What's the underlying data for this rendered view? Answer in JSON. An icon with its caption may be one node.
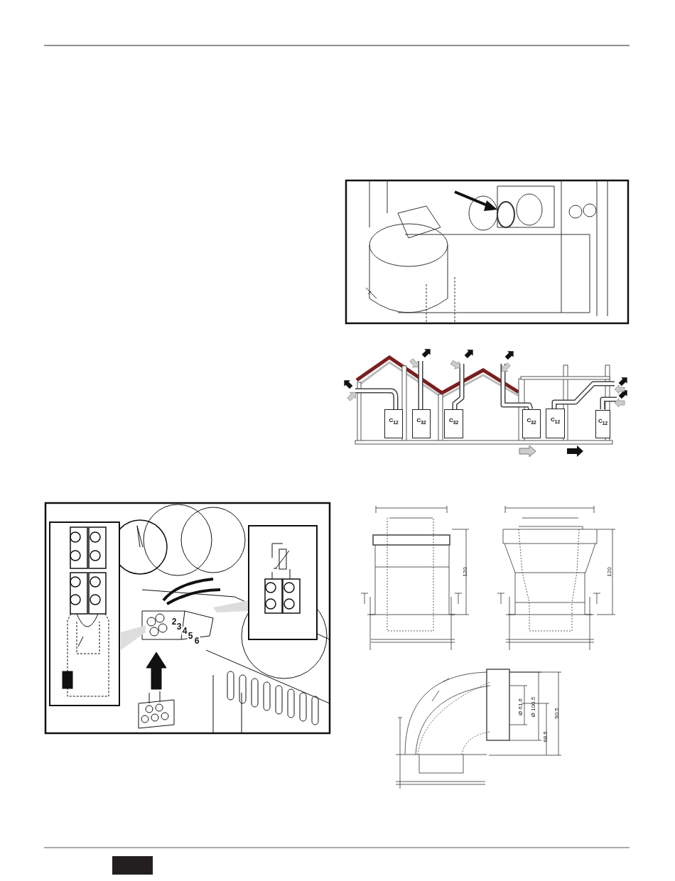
{
  "diagram": {
    "nodes": [
      {
        "text": [
          "C$_{12}$"
        ]
      },
      {
        "text": [
          "C$_{32}$"
        ]
      },
      {
        "text": [
          "C$_{32}$"
        ]
      },
      {
        "text": [
          "C$_{32}$"
        ]
      },
      {
        "text": [
          "C$_{12}$"
        ]
      },
      {
        "text": [
          "C$_{12}$"
        ]
      }
    ],
    "labels": [
      "120",
      "120",
      "Ø 61.6",
      "Ø 100.5",
      "90.5",
      "68.5",
      "2",
      "3",
      "4",
      "5",
      "6"
    ]
  }
}
